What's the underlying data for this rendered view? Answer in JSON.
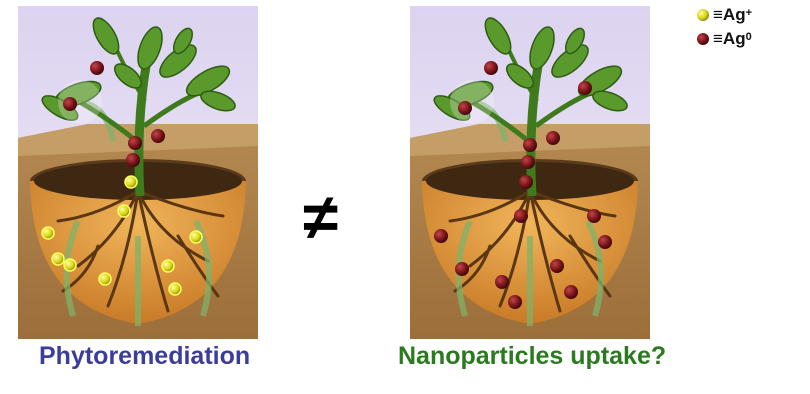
{
  "left_panel": {
    "caption": "Phytoremediation",
    "particle": "ag-ion"
  },
  "right_panel": {
    "caption": "Nanoparticles uptake?",
    "particle": "ag-nanoparticle"
  },
  "separator": "≠",
  "legend": [
    {
      "symbol": "≡Ag",
      "superscript": "+",
      "color": "#d6d21c",
      "meaning": "Ag ion"
    },
    {
      "symbol": "≡Ag",
      "superscript": "0",
      "color": "#8a1a1e",
      "meaning": "Ag nanoparticle"
    }
  ],
  "colors": {
    "ag_plus": "#e6e000",
    "ag_zero": "#7a141a",
    "sky": "#e3dbf2",
    "soil": "#a77a44",
    "pot": "#d8953a",
    "leaf": "#5a9a2c"
  }
}
